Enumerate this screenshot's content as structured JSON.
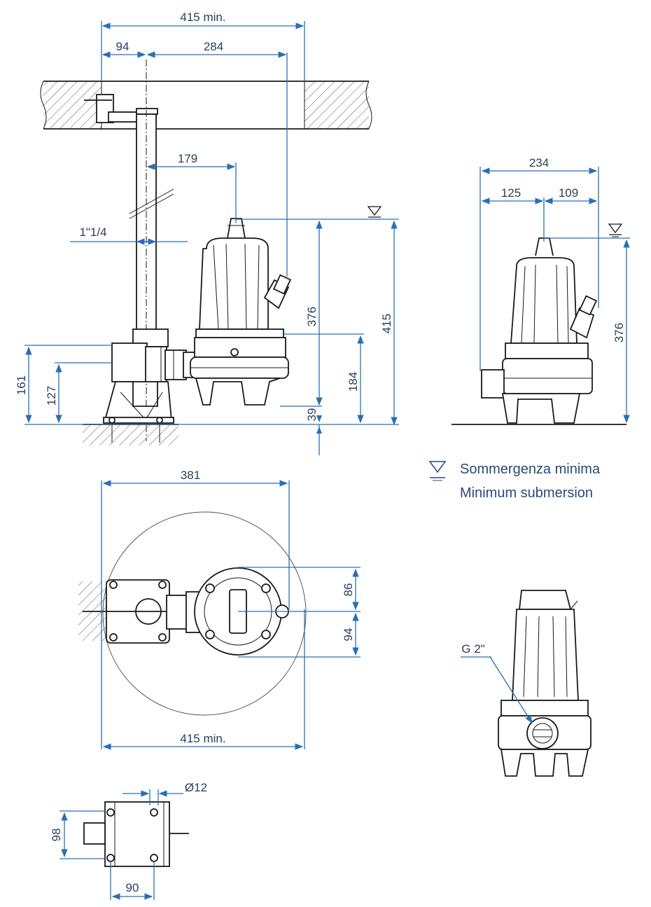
{
  "dimensions": {
    "side_view": {
      "overall_width": "415 min.",
      "offset_left": "94",
      "offset_right": "284",
      "pipe_to_handle": "179",
      "pipe_size": "1\"1/4",
      "height_submersion": "376",
      "height_total": "415",
      "base_height_outer": "161",
      "base_height_inner": "127",
      "outlet_height": "184",
      "outlet_offset": "39"
    },
    "front_view": {
      "overall_width": "234",
      "left_part": "125",
      "right_part": "109",
      "height": "376"
    },
    "plan_view": {
      "top_width": "381",
      "bottom_width": "415 min.",
      "offset_upper": "86",
      "offset_lower": "94"
    },
    "bracket_view": {
      "hole_diameter": "Ø12",
      "height": "98",
      "width": "90"
    },
    "pump_outlet": {
      "thread": "G 2\""
    }
  },
  "legend": {
    "line1": "Sommergenza minima",
    "line2": "Minimum submersion"
  },
  "colors": {
    "dimension_line": "#2a6fb5",
    "outline": "#1a1a1a",
    "text": "#2a3f5a"
  }
}
